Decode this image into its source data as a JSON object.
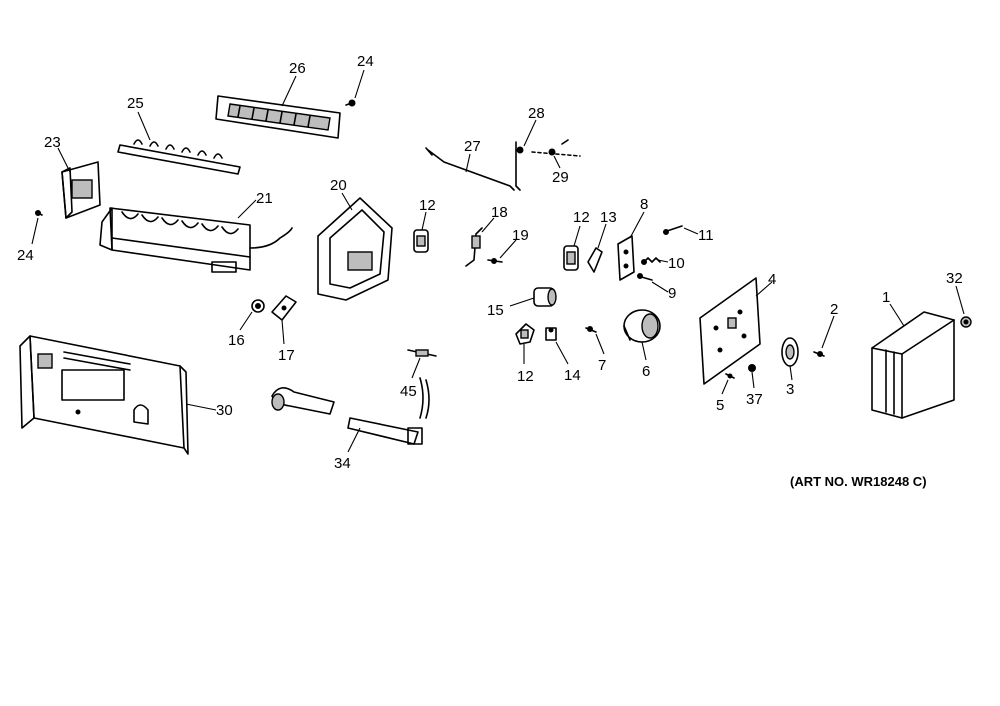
{
  "art_number": "(ART NO. WR18248 C)",
  "callouts": {
    "c1": "1",
    "c2": "2",
    "c3": "3",
    "c4": "4",
    "c5": "5",
    "c6": "6",
    "c7": "7",
    "c8": "8",
    "c9": "9",
    "c10": "10",
    "c11": "11",
    "c12a": "12",
    "c12b": "12",
    "c12c": "12",
    "c13": "13",
    "c14": "14",
    "c15": "15",
    "c16": "16",
    "c17": "17",
    "c18": "18",
    "c19": "19",
    "c20": "20",
    "c21": "21",
    "c23": "23",
    "c24a": "24",
    "c24b": "24",
    "c25": "25",
    "c26": "26",
    "c27": "27",
    "c28": "28",
    "c29": "29",
    "c30": "30",
    "c32": "32",
    "c34": "34",
    "c37": "37",
    "c45": "45"
  }
}
